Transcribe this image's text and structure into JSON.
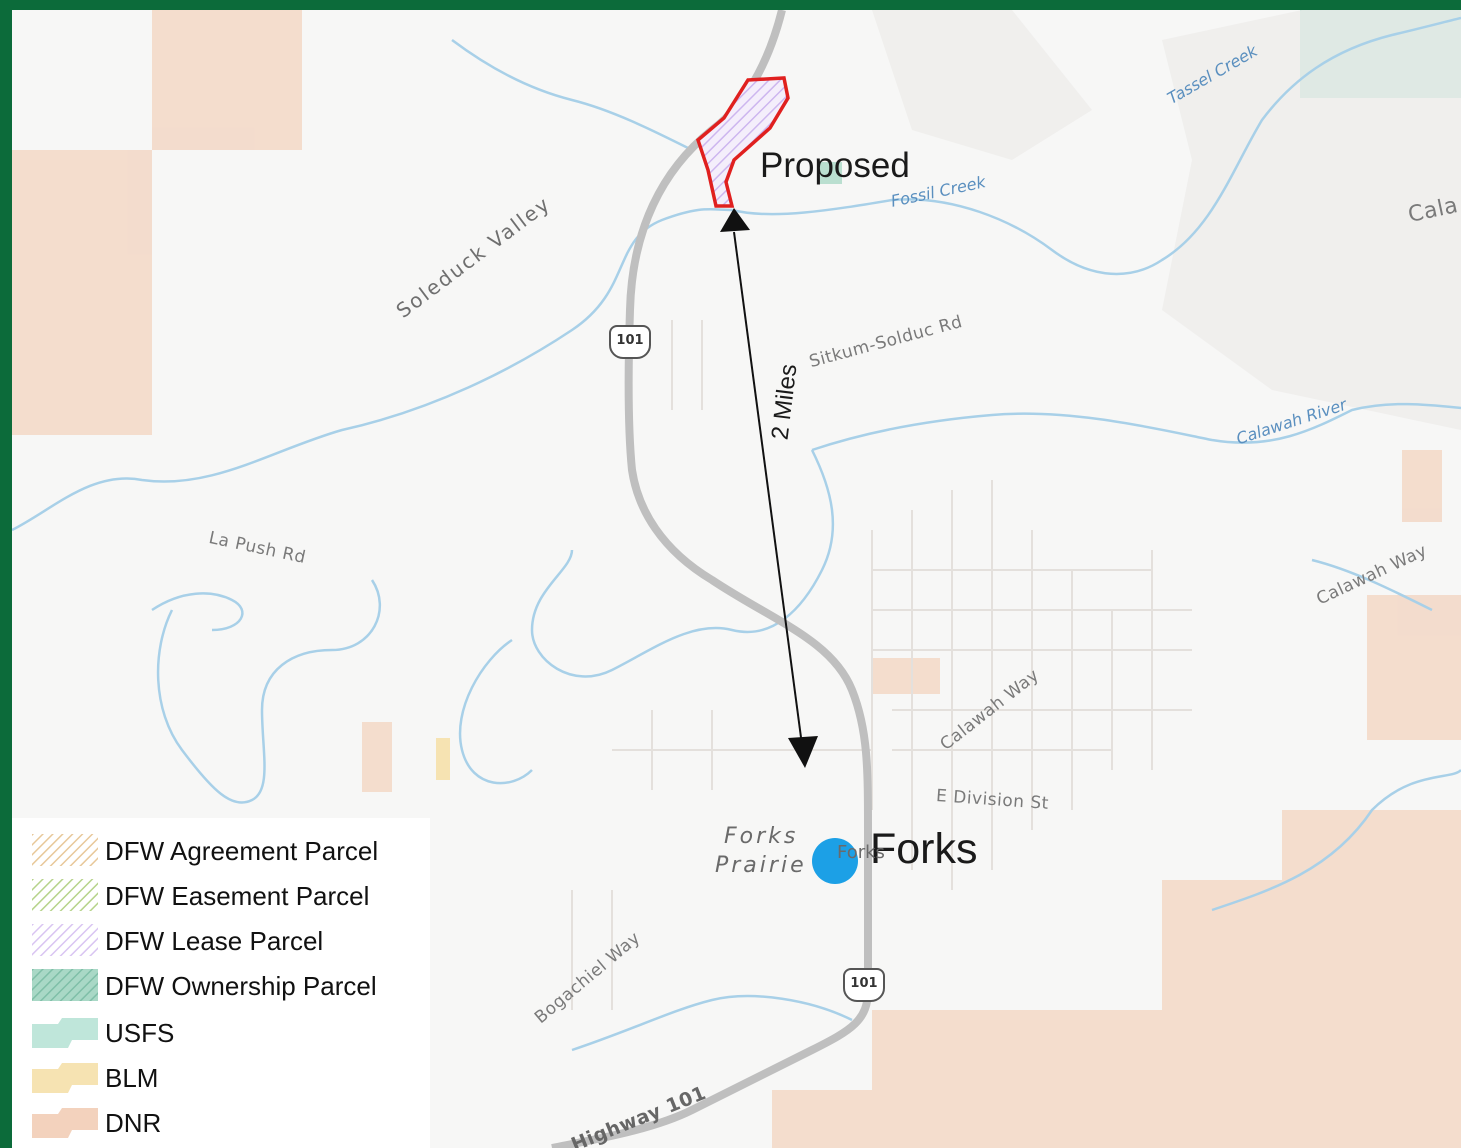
{
  "map": {
    "labels": {
      "proposed": "Proposed",
      "forks": "Forks",
      "forks_prairie_line1": "Forks",
      "forks_prairie_line2": "Prairie",
      "forks_small": "Forks",
      "distance": "2 Miles",
      "soleduck_valley": "Soleduck Valley",
      "sitkum_soldc_rd": "Sitkum-Solduc Rd",
      "la_push_rd": "La Push Rd",
      "calawah_way_center": "Calawah Way",
      "calawah_way_right": "Calawah Way",
      "e_division_st": "E Division St",
      "bogachiel_way": "Bogachiel Way",
      "highway_101": "Highway 101",
      "tassel_creek": "Tassel Creek",
      "fossil_creek": "Fossil Creek",
      "calawah_river": "Calawah River",
      "cala_partial": "Cala",
      "shield_north": "101",
      "shield_south": "101"
    },
    "colors": {
      "proposed_outline": "#e0201f",
      "town_dot": "#1ca0e6",
      "dnr": "#f3d2bd",
      "usfs": "#bfe6da",
      "river": "#9ecbe6",
      "frame": "#0c6b3a"
    }
  },
  "legend": {
    "items": [
      {
        "label": "DFW Agreement Parcel",
        "swatch": "agreement-hatch"
      },
      {
        "label": "DFW Easement Parcel",
        "swatch": "easement-hatch"
      },
      {
        "label": "DFW Lease Parcel",
        "swatch": "lease-hatch"
      },
      {
        "label": "DFW Ownership Parcel",
        "swatch": "ownership-hatch"
      },
      {
        "label": "USFS",
        "swatch": "usfs-fill"
      },
      {
        "label": "BLM",
        "swatch": "blm-fill"
      },
      {
        "label": "DNR",
        "swatch": "dnr-fill"
      }
    ]
  }
}
